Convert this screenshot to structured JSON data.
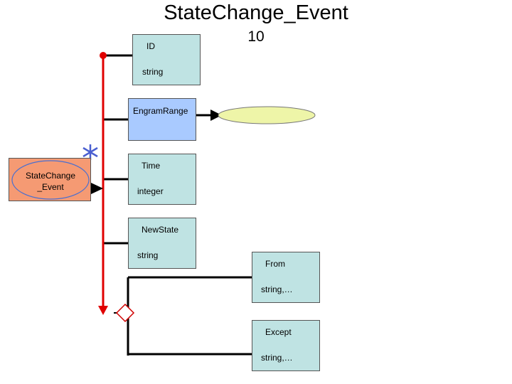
{
  "title": "StateChange_Event",
  "number": "10",
  "source": {
    "line1": "StateChange",
    "line2": "_Event"
  },
  "multiplicity": "*",
  "nodes": {
    "id": {
      "name": "ID",
      "type": "string"
    },
    "engram": {
      "name": "EngramRange"
    },
    "time": {
      "name": "Time",
      "type": "integer"
    },
    "newstate": {
      "name": "NewState",
      "type": "string"
    },
    "from": {
      "name": "From",
      "type": "string,…"
    },
    "except": {
      "name": "Except",
      "type": "string,…"
    }
  },
  "colors": {
    "main_line": "#e00000",
    "node_fill": "#bfe3e3",
    "engram_fill": "#a9caff",
    "source_fill": "#f59a73",
    "ellipse_fill": "#eef5a8"
  }
}
